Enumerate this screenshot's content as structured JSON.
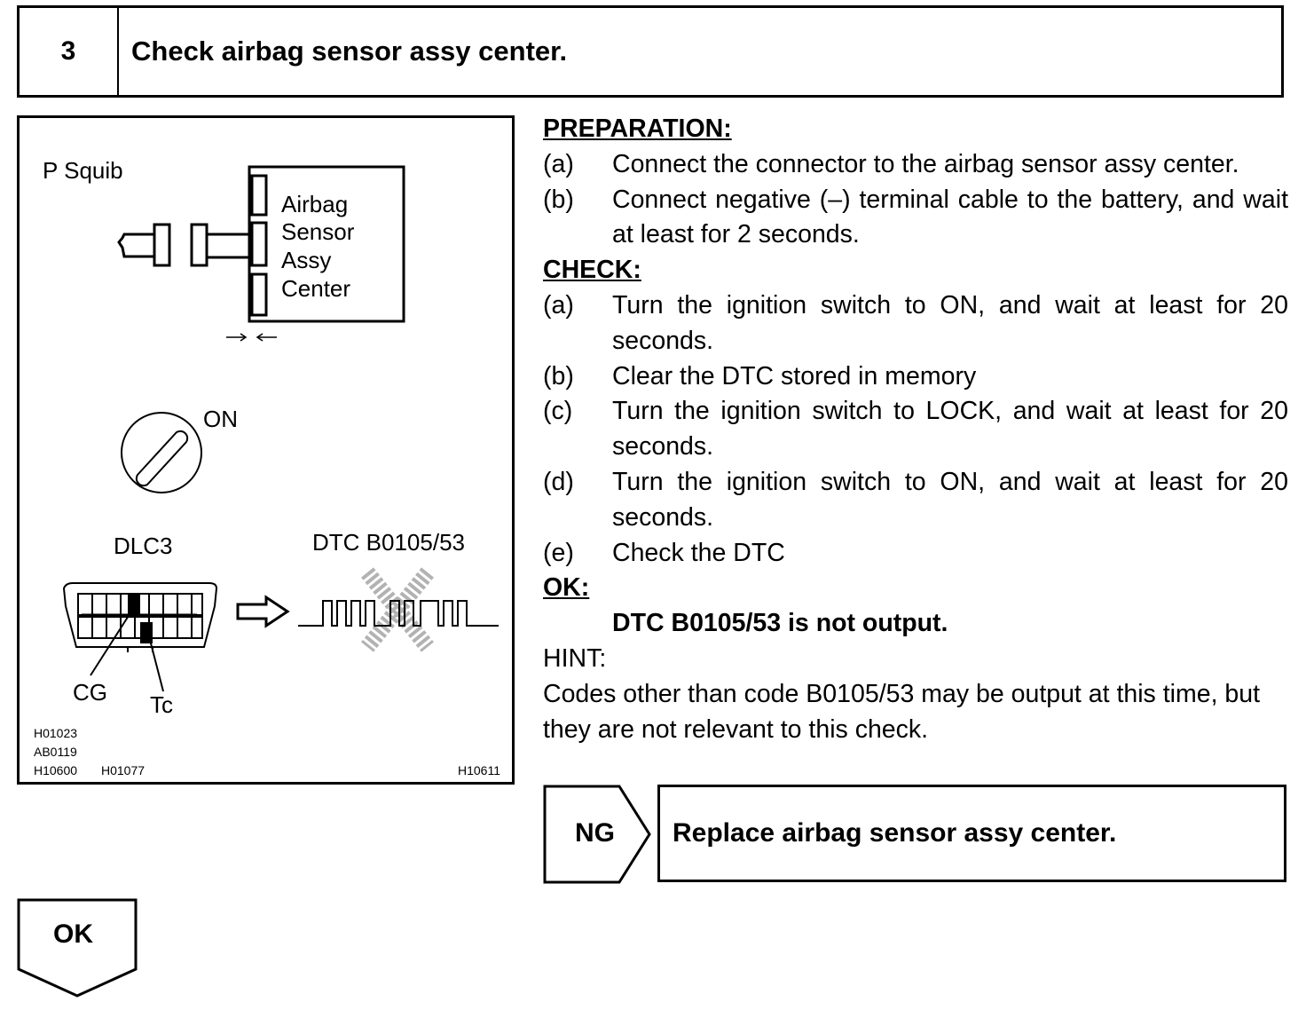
{
  "step": {
    "number": "3",
    "title": "Check airbag sensor assy center."
  },
  "figure": {
    "p_squib_label": "P Squib",
    "sensor_label_lines": [
      "Airbag",
      "Sensor",
      "Assy",
      "Center"
    ],
    "ignition_label": "ON",
    "dlc3_label": "DLC3",
    "dtc_label": "DTC B0105/53",
    "cg_label": "CG",
    "tc_label": "Tc",
    "codes_left": [
      "H01023",
      "AB0119",
      "H10600",
      "H01077"
    ],
    "code_right": "H10611"
  },
  "instructions": {
    "preparation_heading": "PREPARATION:",
    "preparation_steps": [
      {
        "label": "(a)",
        "text": "Connect the connector to the airbag sensor assy center."
      },
      {
        "label": "(b)",
        "text": "Connect negative (–) terminal cable to the battery, and wait at least for 2 seconds."
      }
    ],
    "check_heading": "CHECK:",
    "check_steps": [
      {
        "label": "(a)",
        "text": "Turn the ignition switch to ON, and wait at least for 20 seconds."
      },
      {
        "label": "(b)",
        "text": "Clear the DTC stored in memory"
      },
      {
        "label": "(c)",
        "text": "Turn the ignition switch to LOCK, and wait at least for 20 seconds."
      },
      {
        "label": "(d)",
        "text": "Turn the ignition switch to ON, and wait at least for 20 seconds."
      },
      {
        "label": "(e)",
        "text": "Check the DTC"
      }
    ],
    "ok_heading": "OK:",
    "ok_result": "DTC B0105/53 is not output.",
    "hint_heading": "HINT:",
    "hint_text": "Codes other than code B0105/53 may be output at this time, but they are not relevant to this check."
  },
  "ng_branch": {
    "label": "NG",
    "action": "Replace airbag sensor assy center."
  },
  "ok_branch": {
    "label": "OK"
  }
}
